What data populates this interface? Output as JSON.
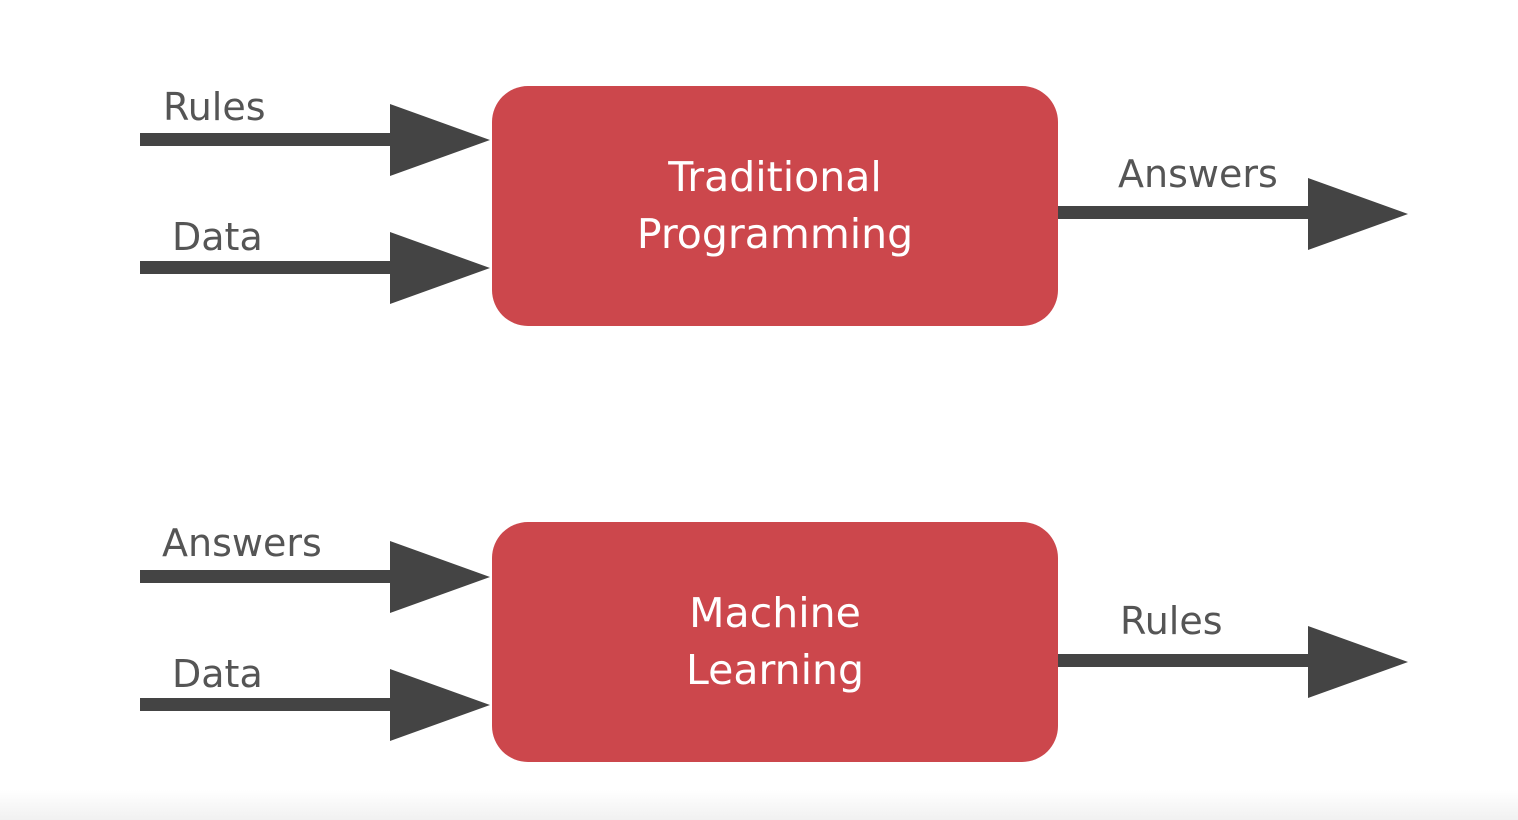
{
  "traditional": {
    "inputs": [
      "Rules",
      "Data"
    ],
    "box": {
      "line1": "Traditional",
      "line2": "Programming"
    },
    "output": "Answers"
  },
  "machine_learning": {
    "inputs": [
      "Answers",
      "Data"
    ],
    "box": {
      "line1": "Machine",
      "line2": "Learning"
    },
    "output": "Rules"
  },
  "colors": {
    "box_fill": "#cc474c",
    "box_text": "#ffffff",
    "arrow": "#444444",
    "label_text": "#555555",
    "background": "#ffffff"
  }
}
